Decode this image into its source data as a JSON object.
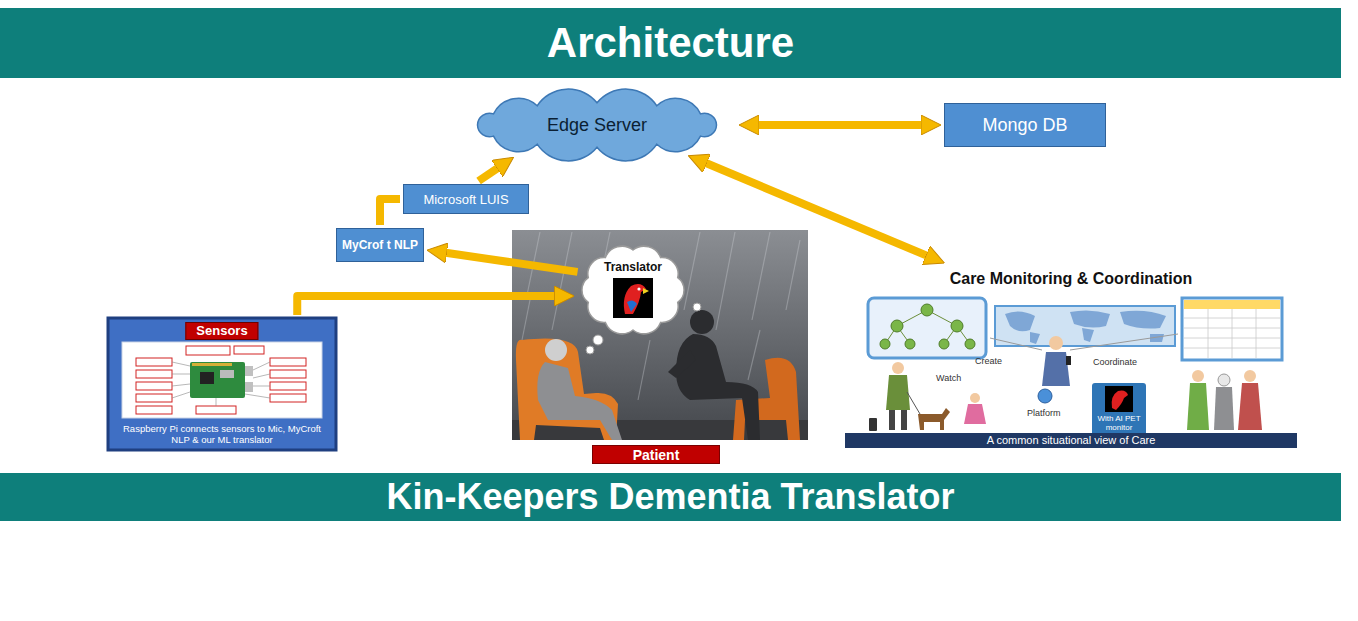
{
  "diagram": {
    "title": "Architecture",
    "caption": "Kin-Keepers Dementia Translator",
    "nodes": [
      {
        "text": [
          "Edge Server"
        ]
      },
      {
        "text": [
          "Mongo DB"
        ]
      },
      {
        "text": [
          "Microsoft LUIS"
        ]
      },
      {
        "text": [
          "MyCrof t NLP"
        ]
      },
      {
        "text": [
          "Translator"
        ]
      },
      {
        "text": [
          "Sensors",
          "Raspberry Pi connects sensors to Mic, MyCroft NLP & our ML translator"
        ]
      },
      {
        "text": [
          "Patient"
        ]
      },
      {
        "text": [
          "Care Monitoring & Coordination",
          "A common situational view of Care"
        ]
      }
    ],
    "edges": [
      {
        "from": 0,
        "to": 1,
        "arrow": "both"
      },
      {
        "from": 2,
        "to": 0,
        "arrow": "to"
      },
      {
        "from": 3,
        "to": 2,
        "arrow": "none"
      },
      {
        "from": 4,
        "to": 3,
        "arrow": "to"
      },
      {
        "from": 5,
        "to": 4,
        "arrow": "to"
      },
      {
        "from": 0,
        "to": 7,
        "arrow": "both"
      }
    ],
    "labels": [
      "Create",
      "Watch",
      "Coordinate",
      "Platform",
      "With AI PET monitor"
    ]
  }
}
